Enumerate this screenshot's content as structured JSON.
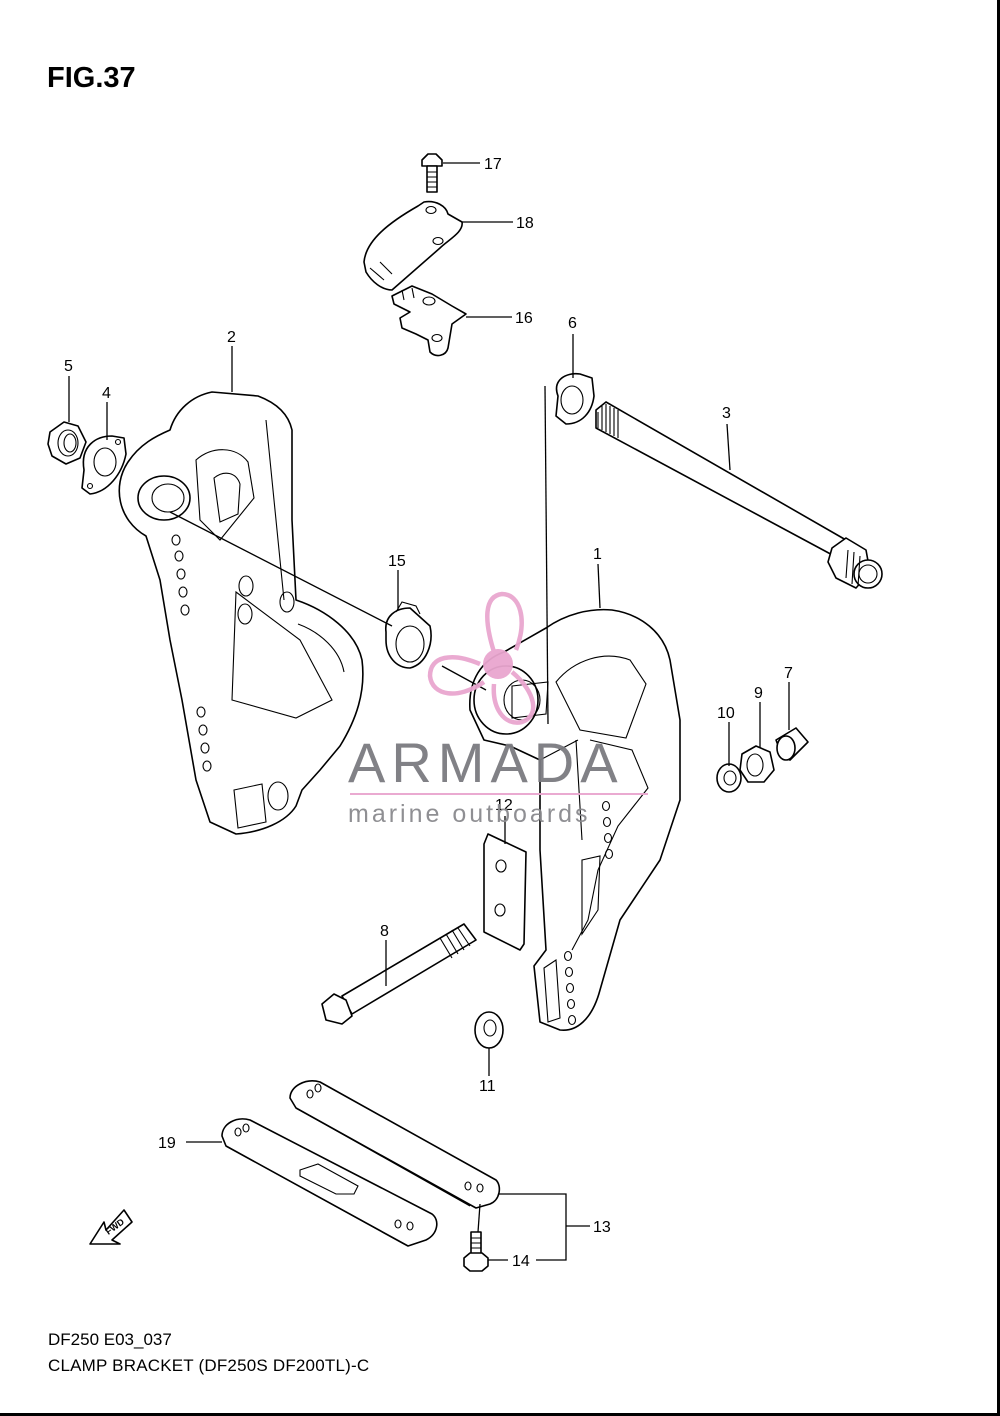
{
  "figure": {
    "title": "FIG.37",
    "footer_code": "DF250 E03_037",
    "footer_description": "CLAMP BRACKET (DF250S DF200TL)-C"
  },
  "callouts": [
    "1",
    "2",
    "3",
    "4",
    "5",
    "6",
    "7",
    "8",
    "9",
    "10",
    "11",
    "12",
    "13",
    "14",
    "15",
    "16",
    "17",
    "18",
    "19"
  ],
  "watermark": {
    "brand": "ARMADA",
    "tagline": "marine outboards",
    "accent_color": "#e9a6cf",
    "text_color": "#7b7b80"
  },
  "direction_badge": "FWD"
}
